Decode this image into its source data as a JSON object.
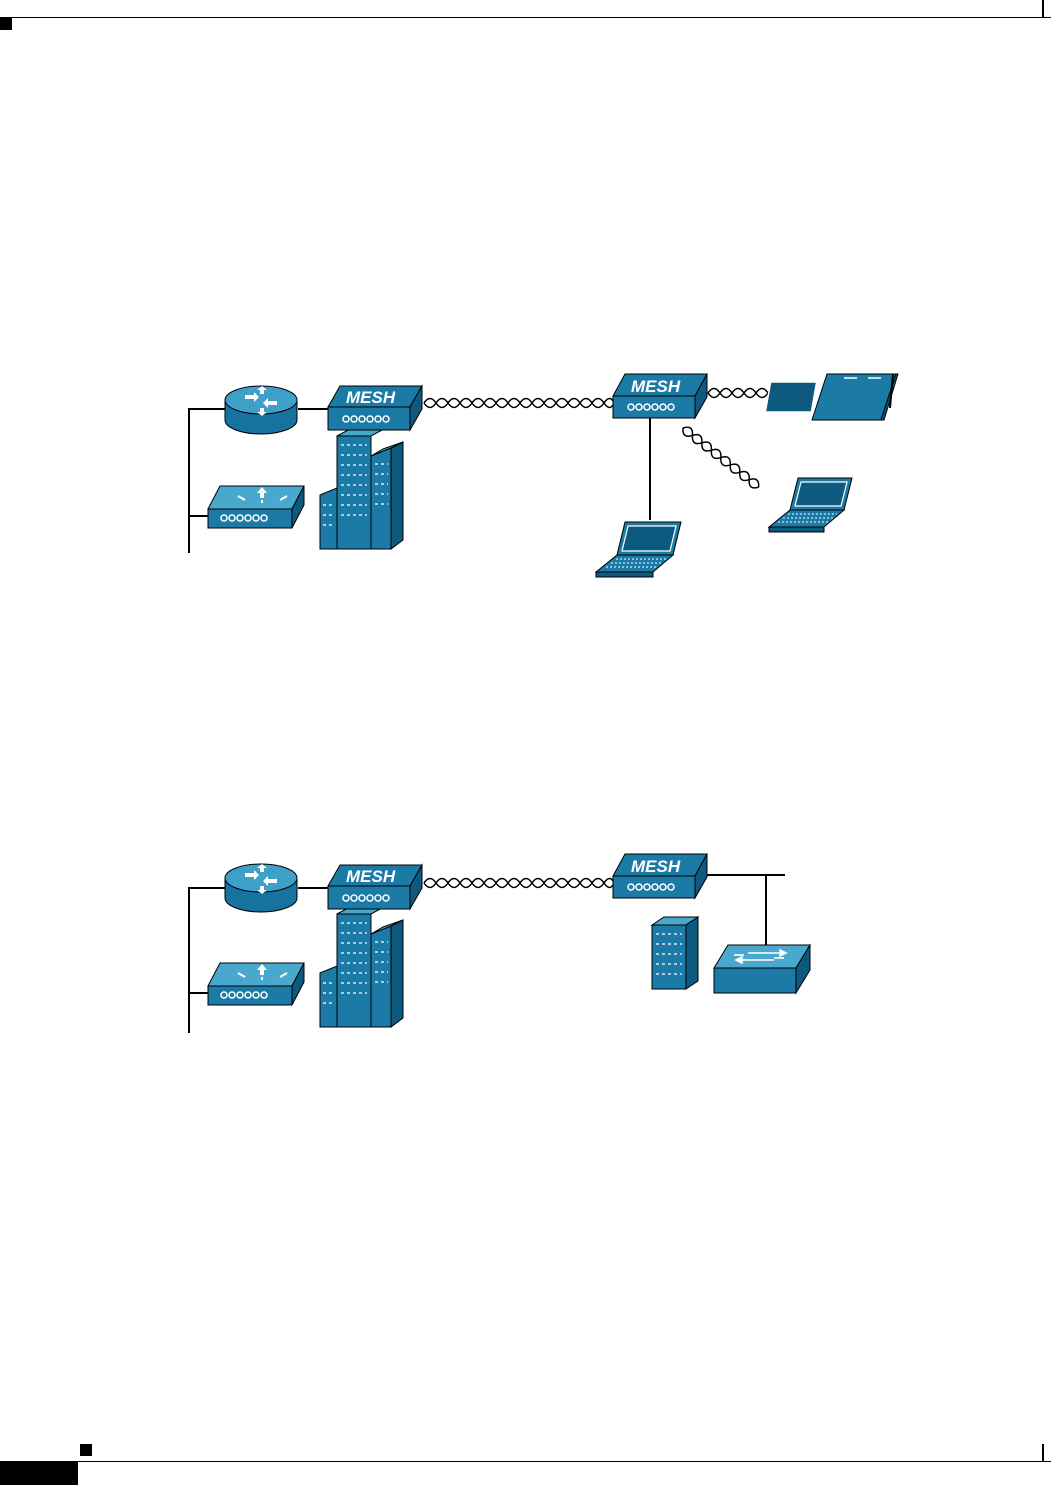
{
  "theme": {
    "device_fill": "#1b7ba6",
    "device_top": "#4ba9cf",
    "device_dark": "#0d5a7e",
    "line": "#000000"
  },
  "diagram1": {
    "root_ap_label": "MESH",
    "mesh_ap_label": "MESH",
    "icons": [
      "router-icon",
      "wireless-controller-icon",
      "building-icon",
      "mesh-ap-icon",
      "tablet-icon",
      "laptop-icon"
    ]
  },
  "diagram2": {
    "root_ap_label": "MESH",
    "mesh_ap_label": "MESH",
    "icons": [
      "router-icon",
      "wireless-controller-icon",
      "building-icon",
      "mesh-ap-icon",
      "switch-icon"
    ]
  }
}
